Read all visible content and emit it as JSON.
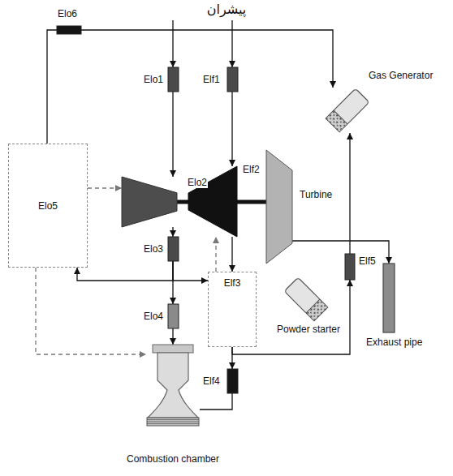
{
  "diagram": {
    "title": "پیشران",
    "nodes": [
      {
        "text": [
          "Elo6"
        ]
      },
      {
        "text": [
          "Elo1"
        ]
      },
      {
        "text": [
          "Elf1"
        ]
      },
      {
        "text": [
          "Gas Generator"
        ]
      },
      {
        "text": [
          "Elo5"
        ]
      },
      {
        "text": [
          "Elo2"
        ]
      },
      {
        "text": [
          "Elf2"
        ]
      },
      {
        "text": [
          "Turbine"
        ]
      },
      {
        "text": [
          "Elo3"
        ]
      },
      {
        "text": [
          "Elf3"
        ]
      },
      {
        "text": [
          "Powder starter"
        ]
      },
      {
        "text": [
          "Exhaust pipe"
        ]
      },
      {
        "text": [
          "Elf5"
        ]
      },
      {
        "text": [
          "Elo4"
        ]
      },
      {
        "text": [
          "Elf4"
        ]
      },
      {
        "text": [
          "Combustion chamber"
        ]
      }
    ],
    "edges": [
      {
        "from": 4,
        "to": 0,
        "arrow": "none"
      },
      {
        "from": 0,
        "to": 3,
        "arrow": "to"
      },
      {
        "from": 1,
        "to": 5,
        "arrow": "to"
      },
      {
        "from": 2,
        "to": 6,
        "arrow": "to"
      },
      {
        "from": 5,
        "to": 6,
        "arrow": "none"
      },
      {
        "from": 6,
        "to": 7,
        "arrow": "none"
      },
      {
        "from": 5,
        "to": 8,
        "arrow": "to"
      },
      {
        "from": 8,
        "to": 13,
        "arrow": "to"
      },
      {
        "from": 8,
        "to": 4,
        "arrow": "to"
      },
      {
        "from": 8,
        "to": 9,
        "arrow": "to"
      },
      {
        "from": 13,
        "to": 15,
        "arrow": "to"
      },
      {
        "from": 6,
        "to": 9,
        "arrow": "to"
      },
      {
        "from": 9,
        "to": 14,
        "arrow": "to"
      },
      {
        "from": 9,
        "to": 12,
        "arrow": "to"
      },
      {
        "from": 12,
        "to": 3,
        "arrow": "to"
      },
      {
        "from": 14,
        "to": 15,
        "arrow": "none"
      },
      {
        "from": 7,
        "to": 11,
        "arrow": "to"
      },
      {
        "from": 4,
        "to": 5,
        "arrow": "to"
      },
      {
        "from": 4,
        "to": 15,
        "arrow": "to"
      },
      {
        "from": 9,
        "to": 6,
        "arrow": "to"
      }
    ]
  }
}
